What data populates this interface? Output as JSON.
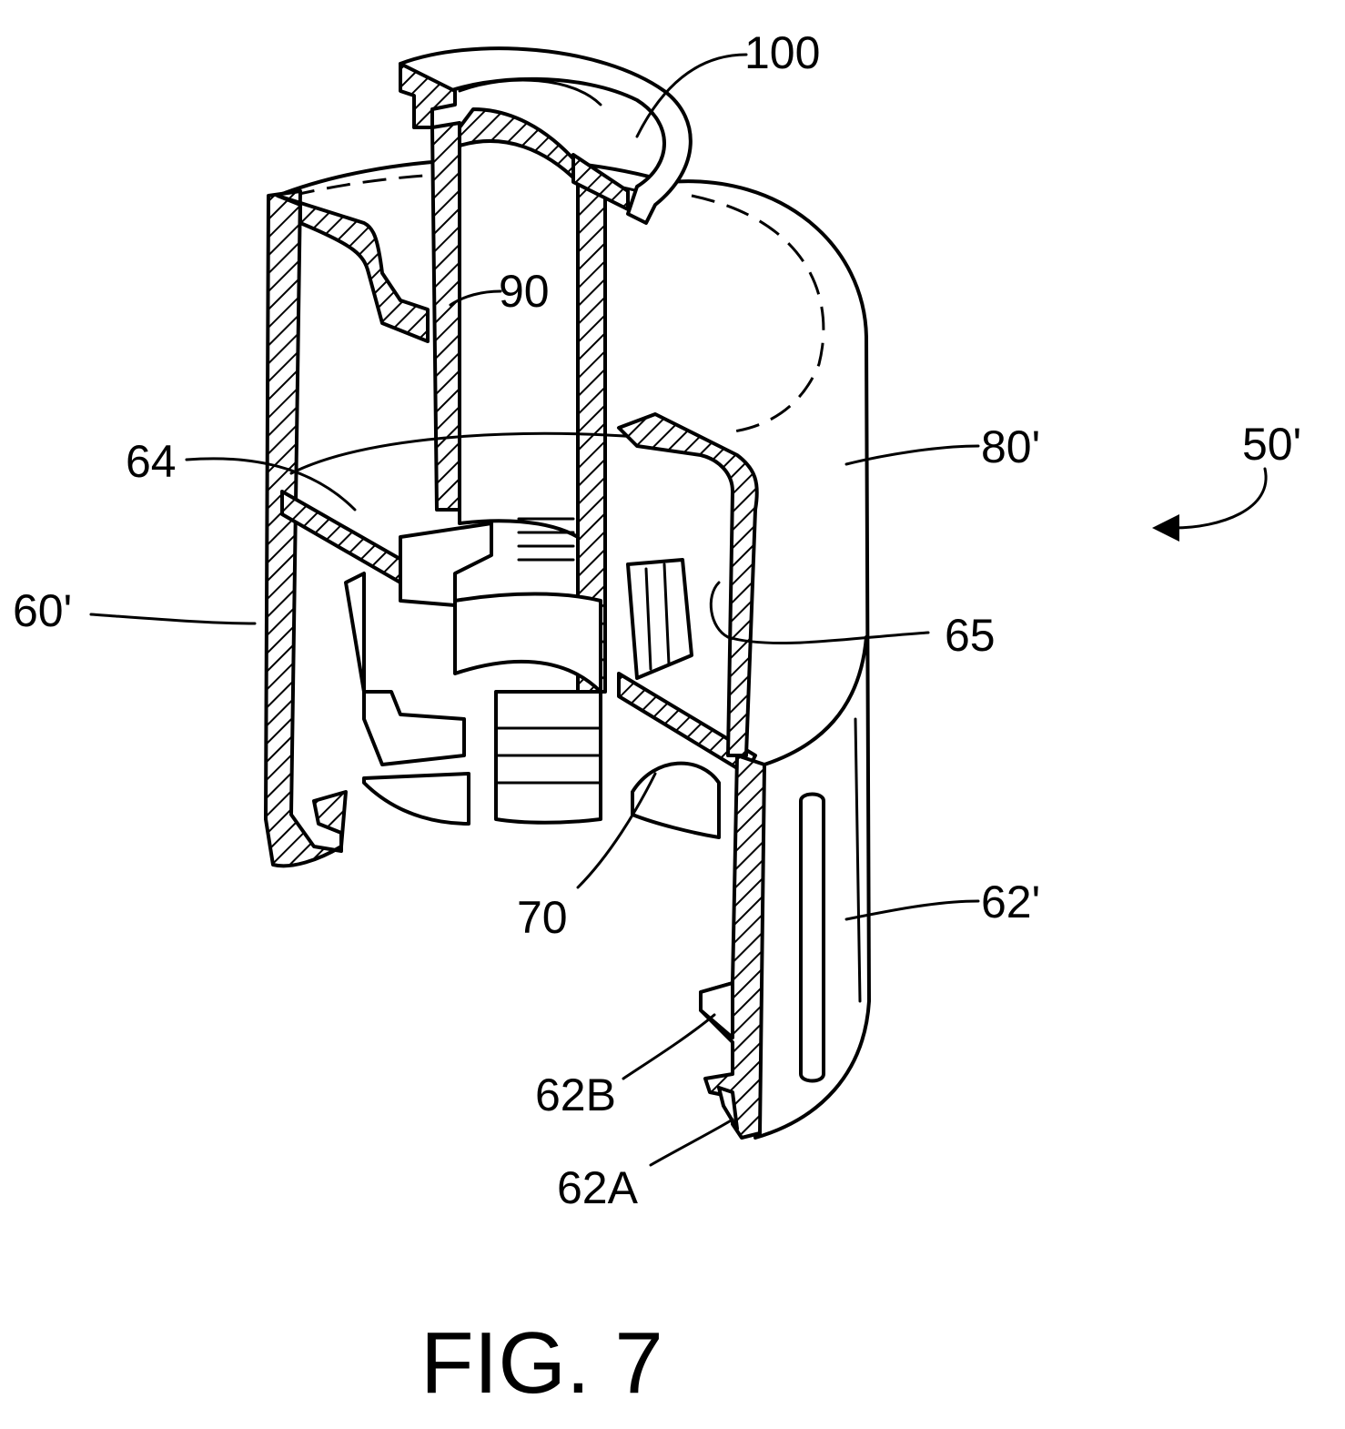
{
  "figure": {
    "caption": "FIG. 7",
    "labels": {
      "ref_100": "100",
      "ref_90": "90",
      "ref_80": "80'",
      "ref_50": "50'",
      "ref_64": "64",
      "ref_60": "60'",
      "ref_65": "65",
      "ref_70": "70",
      "ref_62": "62'",
      "ref_62B": "62B",
      "ref_62A": "62A"
    }
  }
}
